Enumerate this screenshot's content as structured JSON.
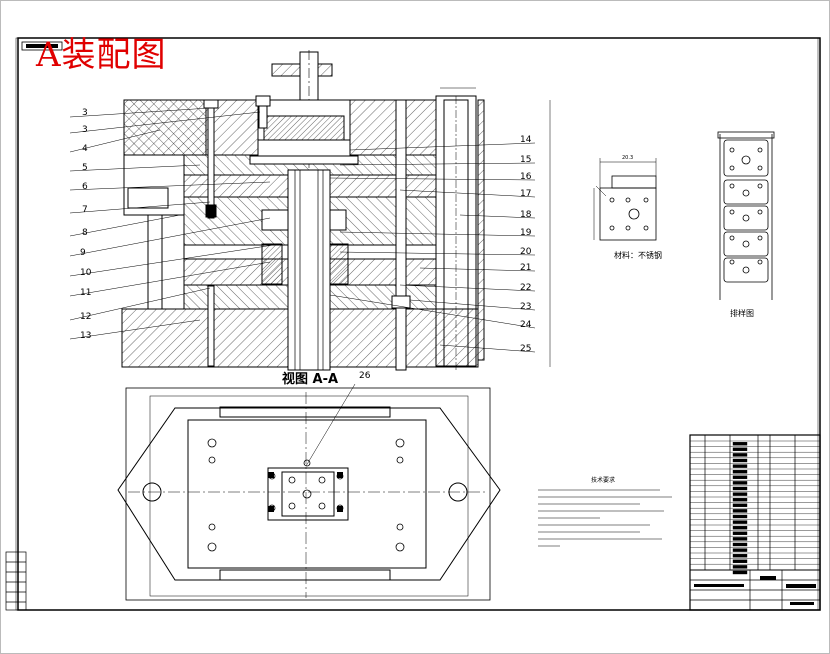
{
  "title": "A装配图",
  "view_label": "视图 A-A",
  "callout_26": "26",
  "left_callouts": [
    "3",
    "3",
    "4",
    "5",
    "6",
    "7",
    "8",
    "9",
    "10",
    "11",
    "12",
    "13"
  ],
  "right_callouts": [
    "14",
    "15",
    "16",
    "17",
    "18",
    "19",
    "20",
    "21",
    "22",
    "23",
    "24",
    "25"
  ],
  "material_label": "材料：不锈钢",
  "layout_label": "排样图",
  "tech_req_title": "技术要求",
  "dim_top_small": "20.3",
  "colors": {
    "drawing": "#000000",
    "title": "#e00000",
    "paper": "#ffffff"
  }
}
